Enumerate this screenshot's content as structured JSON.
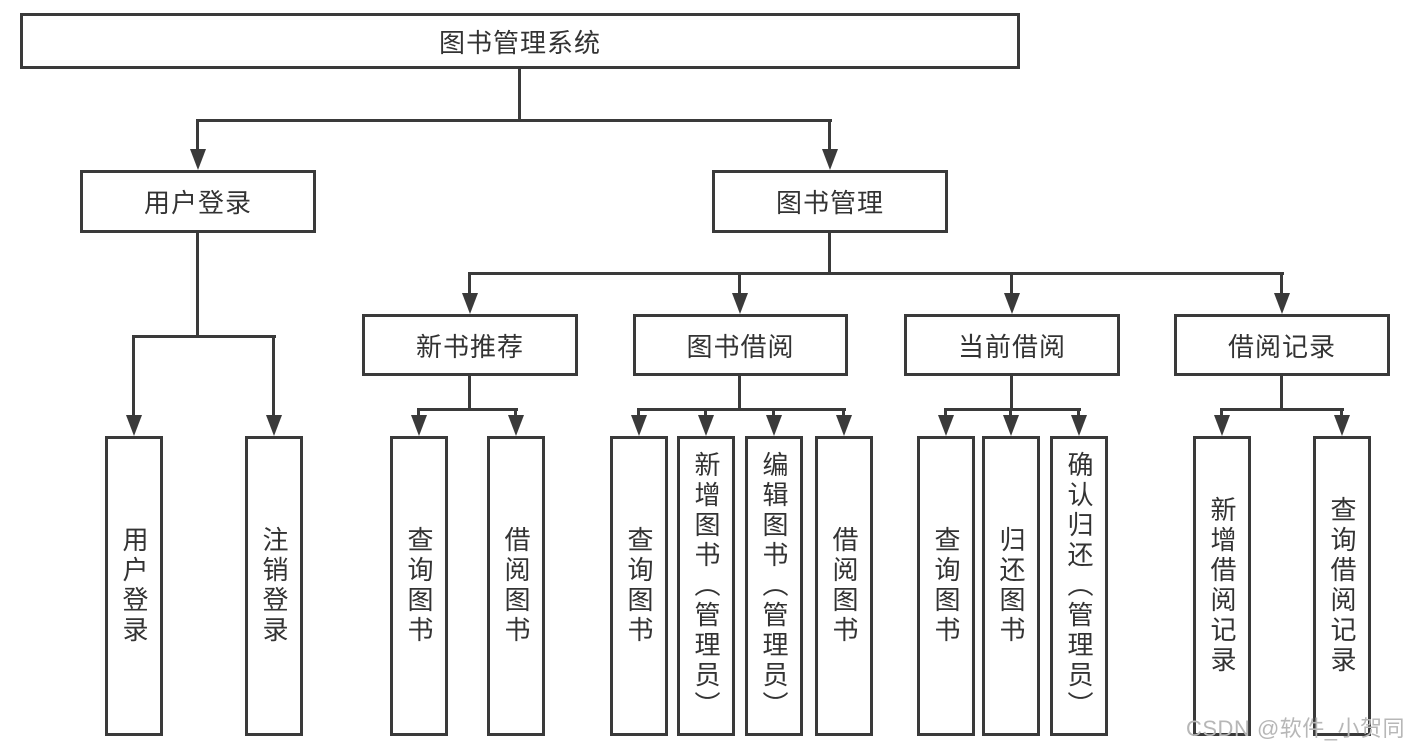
{
  "colors": {
    "line": "#3a3a3a",
    "text": "#333333",
    "watermark": "#b7b7b7",
    "background": "#ffffff"
  },
  "diagram": {
    "root": {
      "label": "图书管理系统"
    },
    "branches": [
      {
        "label": "用户登录",
        "children": [
          {
            "label": "用户登录"
          },
          {
            "label": "注销登录"
          }
        ]
      },
      {
        "label": "图书管理",
        "children": [
          {
            "label": "新书推荐",
            "children": [
              {
                "label": "查询图书"
              },
              {
                "label": "借阅图书"
              }
            ]
          },
          {
            "label": "图书借阅",
            "children": [
              {
                "label": "查询图书"
              },
              {
                "label": "新增图书（管理员）"
              },
              {
                "label": "编辑图书（管理员）"
              },
              {
                "label": "借阅图书"
              }
            ]
          },
          {
            "label": "当前借阅",
            "children": [
              {
                "label": "查询图书"
              },
              {
                "label": "归还图书"
              },
              {
                "label": "确认归还（管理员）"
              }
            ]
          },
          {
            "label": "借阅记录",
            "children": [
              {
                "label": "新增借阅记录"
              },
              {
                "label": "查询借阅记录"
              }
            ]
          }
        ]
      }
    ]
  },
  "watermark": {
    "text": "CSDN @软件_小贺同学"
  }
}
